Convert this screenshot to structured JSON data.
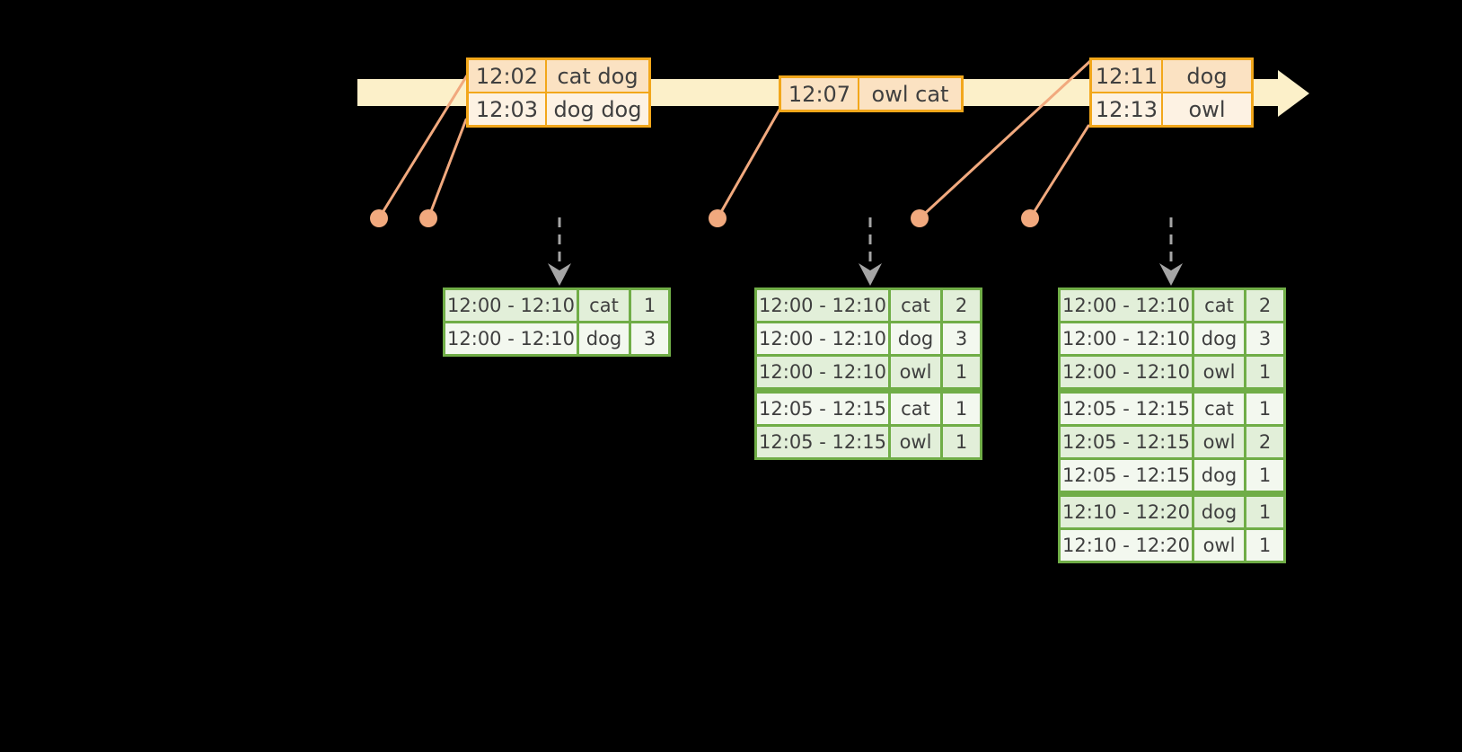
{
  "colors": {
    "background": "#000000",
    "timeline_band": "#FCF0C9",
    "event_table_border": "#F2A71B",
    "event_cell_shaded": "#FBE2C2",
    "event_cell_plain": "#FDF2E3",
    "connector_and_dots": "#F1A97E",
    "trigger_arrow": "#A5A5A5",
    "result_table_border": "#70AD47",
    "result_cell_shaded": "#E2EFD9",
    "result_cell_plain": "#F3F8EF",
    "table_text": "#3F3F3F"
  },
  "event_tables": [
    {
      "rows": [
        {
          "time": "12:02",
          "words": "cat dog"
        },
        {
          "time": "12:03",
          "words": "dog dog"
        }
      ]
    },
    {
      "rows": [
        {
          "time": "12:07",
          "words": "owl cat"
        }
      ]
    },
    {
      "rows": [
        {
          "time": "12:11",
          "words": "dog"
        },
        {
          "time": "12:13",
          "words": "owl"
        }
      ]
    }
  ],
  "result_tables": [
    {
      "rows": [
        {
          "window": "12:00 - 12:10",
          "word": "cat",
          "count": "1"
        },
        {
          "window": "12:00 - 12:10",
          "word": "dog",
          "count": "3"
        }
      ]
    },
    {
      "rows": [
        {
          "window": "12:00 - 12:10",
          "word": "cat",
          "count": "2"
        },
        {
          "window": "12:00 - 12:10",
          "word": "dog",
          "count": "3"
        },
        {
          "window": "12:00 - 12:10",
          "word": "owl",
          "count": "1"
        },
        {
          "window": "12:05 - 12:15",
          "word": "cat",
          "count": "1"
        },
        {
          "window": "12:05 - 12:15",
          "word": "owl",
          "count": "1"
        }
      ]
    },
    {
      "rows": [
        {
          "window": "12:00 - 12:10",
          "word": "cat",
          "count": "2"
        },
        {
          "window": "12:00 - 12:10",
          "word": "dog",
          "count": "3"
        },
        {
          "window": "12:00 - 12:10",
          "word": "owl",
          "count": "1"
        },
        {
          "window": "12:05 - 12:15",
          "word": "cat",
          "count": "1"
        },
        {
          "window": "12:05 - 12:15",
          "word": "owl",
          "count": "2"
        },
        {
          "window": "12:05 - 12:15",
          "word": "dog",
          "count": "1"
        },
        {
          "window": "12:10 - 12:20",
          "word": "dog",
          "count": "1"
        },
        {
          "window": "12:10 - 12:20",
          "word": "owl",
          "count": "1"
        }
      ]
    }
  ]
}
